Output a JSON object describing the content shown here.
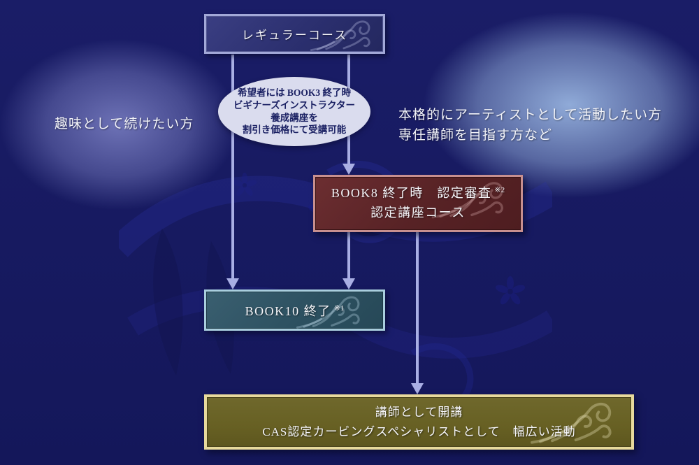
{
  "palette": {
    "background": "#181b62",
    "connector": "#a9afe4",
    "regular_box_fill": "#2e3272",
    "regular_box_border": "#a2a8d8",
    "note_ellipse_fill": "#dadcee",
    "note_ellipse_text": "#1c2264",
    "book8_fill": "#572225",
    "book8_border": "#c78f8f",
    "book10_fill": "#2d5161",
    "book10_border": "#a9cede",
    "final_fill": "#676023",
    "final_border": "#e7d99c"
  },
  "nodes": {
    "regular_course": {
      "label": "レギュラーコース"
    },
    "discount_note": {
      "line1": "希望者には BOOK3 終了時",
      "line2": "ビギナーズインストラクター",
      "line3": "養成講座を",
      "line4": "割引き価格にて受講可能"
    },
    "hobby_note": {
      "label": "趣味として続けたい方"
    },
    "pro_note": {
      "line1": "本格的にアーティストとして活動したい方",
      "line2": "専任講師を目指す方など"
    },
    "book8": {
      "line1": "BOOK8 終了時　認定審査",
      "line1_sup": "※2",
      "line2": "認定講座コース"
    },
    "book10": {
      "label": "BOOK10 終了",
      "sup": "※1"
    },
    "final": {
      "line1": "講師として開講",
      "line2": "CAS認定カービングスペシャリストとして　幅広い活動"
    }
  }
}
